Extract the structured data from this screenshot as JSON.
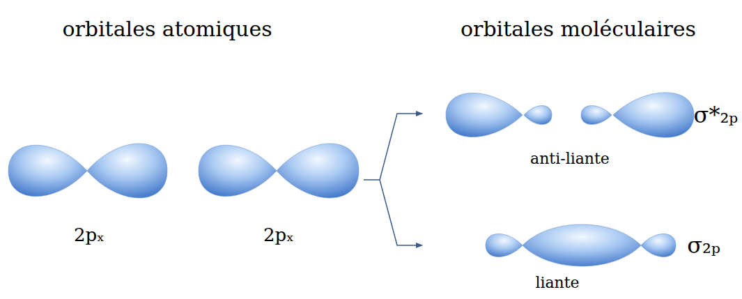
{
  "diagram": {
    "labels": [
      "orbitales atomiques",
      "orbitales moléculaires",
      "2pₓ",
      "2pₓ",
      "σ*₂ₚ",
      "anti-liante",
      "σ₂ₚ",
      "liante"
    ]
  }
}
